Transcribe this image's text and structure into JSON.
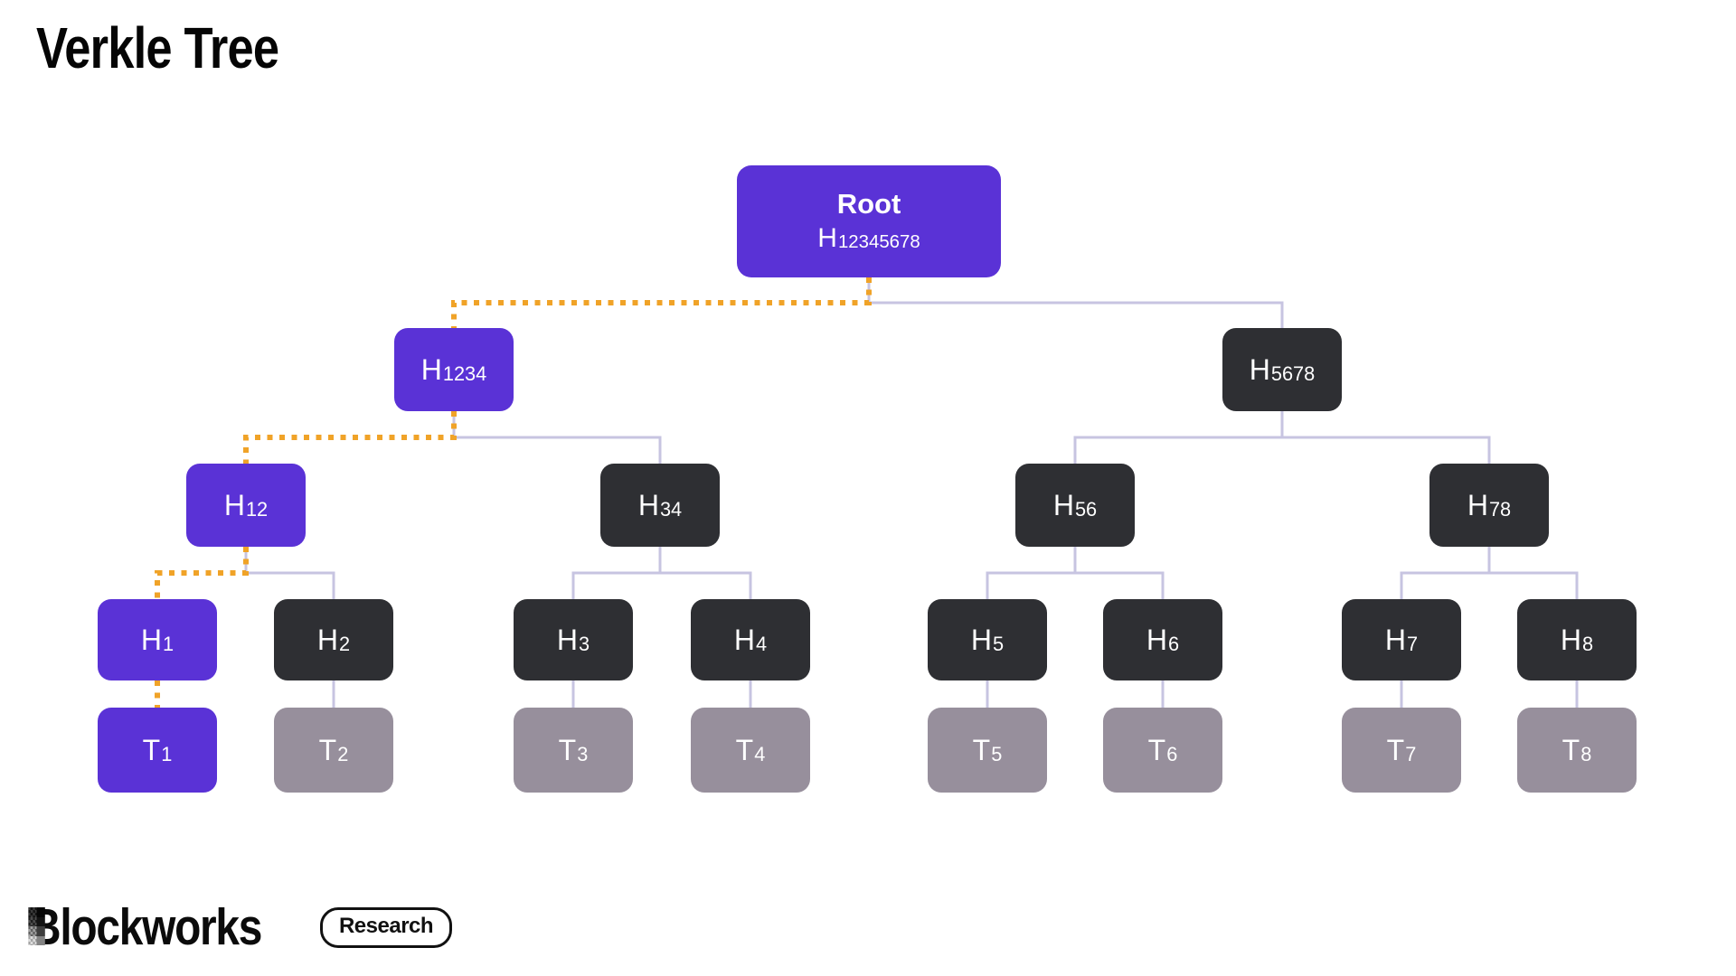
{
  "page": {
    "title": "Verkle Tree"
  },
  "colors": {
    "node_purple": "#5A32D6",
    "node_dark": "#2E2F33",
    "node_gray": "#978F9C",
    "edge_gray": "#C7C4E1",
    "highlight_orange": "#F0A328",
    "node_text": "#FFFFFF"
  },
  "tree": {
    "nodes": [
      {
        "id": "root",
        "title": "Root",
        "main": "H",
        "sub": "12345678",
        "variant": "purple"
      },
      {
        "id": "h1234",
        "main": "H",
        "sub": "1234",
        "variant": "purple"
      },
      {
        "id": "h5678",
        "main": "H",
        "sub": "5678",
        "variant": "dark"
      },
      {
        "id": "h12",
        "main": "H",
        "sub": "12",
        "variant": "purple"
      },
      {
        "id": "h34",
        "main": "H",
        "sub": "34",
        "variant": "dark"
      },
      {
        "id": "h56",
        "main": "H",
        "sub": "56",
        "variant": "dark"
      },
      {
        "id": "h78",
        "main": "H",
        "sub": "78",
        "variant": "dark"
      },
      {
        "id": "h1",
        "main": "H",
        "sub": "1",
        "variant": "purple"
      },
      {
        "id": "h2",
        "main": "H",
        "sub": "2",
        "variant": "dark"
      },
      {
        "id": "h3",
        "main": "H",
        "sub": "3",
        "variant": "dark"
      },
      {
        "id": "h4",
        "main": "H",
        "sub": "4",
        "variant": "dark"
      },
      {
        "id": "h5",
        "main": "H",
        "sub": "5",
        "variant": "dark"
      },
      {
        "id": "h6",
        "main": "H",
        "sub": "6",
        "variant": "dark"
      },
      {
        "id": "h7",
        "main": "H",
        "sub": "7",
        "variant": "dark"
      },
      {
        "id": "h8",
        "main": "H",
        "sub": "8",
        "variant": "dark"
      },
      {
        "id": "t1",
        "main": "T",
        "sub": "1",
        "variant": "purple"
      },
      {
        "id": "t2",
        "main": "T",
        "sub": "2",
        "variant": "gray"
      },
      {
        "id": "t3",
        "main": "T",
        "sub": "3",
        "variant": "gray"
      },
      {
        "id": "t4",
        "main": "T",
        "sub": "4",
        "variant": "gray"
      },
      {
        "id": "t5",
        "main": "T",
        "sub": "5",
        "variant": "gray"
      },
      {
        "id": "t6",
        "main": "T",
        "sub": "6",
        "variant": "gray"
      },
      {
        "id": "t7",
        "main": "T",
        "sub": "7",
        "variant": "gray"
      },
      {
        "id": "t8",
        "main": "T",
        "sub": "8",
        "variant": "gray"
      }
    ],
    "edges": [
      {
        "from": "root",
        "to": "h1234",
        "highlighted": true
      },
      {
        "from": "root",
        "to": "h5678",
        "highlighted": false
      },
      {
        "from": "h1234",
        "to": "h12",
        "highlighted": true
      },
      {
        "from": "h1234",
        "to": "h34",
        "highlighted": false
      },
      {
        "from": "h5678",
        "to": "h56",
        "highlighted": false
      },
      {
        "from": "h5678",
        "to": "h78",
        "highlighted": false
      },
      {
        "from": "h12",
        "to": "h1",
        "highlighted": true
      },
      {
        "from": "h12",
        "to": "h2",
        "highlighted": false
      },
      {
        "from": "h34",
        "to": "h3",
        "highlighted": false
      },
      {
        "from": "h34",
        "to": "h4",
        "highlighted": false
      },
      {
        "from": "h56",
        "to": "h5",
        "highlighted": false
      },
      {
        "from": "h56",
        "to": "h6",
        "highlighted": false
      },
      {
        "from": "h78",
        "to": "h7",
        "highlighted": false
      },
      {
        "from": "h78",
        "to": "h8",
        "highlighted": false
      },
      {
        "from": "h1",
        "to": "t1",
        "highlighted": true
      },
      {
        "from": "h2",
        "to": "t2",
        "highlighted": false
      },
      {
        "from": "h3",
        "to": "t3",
        "highlighted": false
      },
      {
        "from": "h4",
        "to": "t4",
        "highlighted": false
      },
      {
        "from": "h5",
        "to": "t5",
        "highlighted": false
      },
      {
        "from": "h6",
        "to": "t6",
        "highlighted": false
      },
      {
        "from": "h7",
        "to": "t7",
        "highlighted": false
      },
      {
        "from": "h8",
        "to": "t8",
        "highlighted": false
      }
    ]
  },
  "footer": {
    "brand": "Blockworks",
    "badge": "Research"
  }
}
